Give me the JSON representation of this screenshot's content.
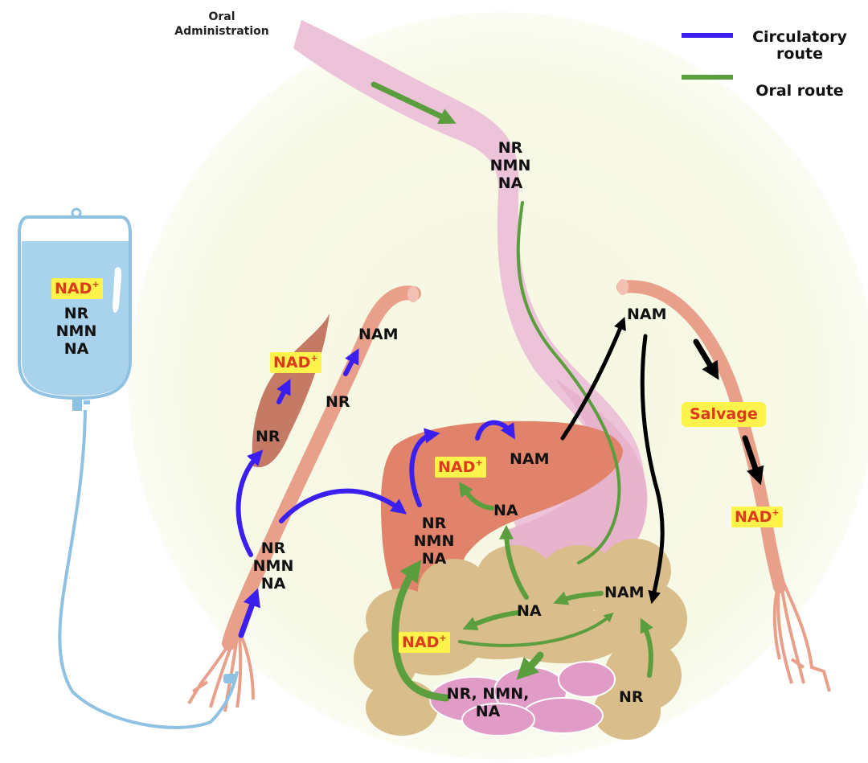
{
  "legend": {
    "items": [
      {
        "label": "Circulatory route",
        "line1": "Circulatory",
        "line2": "route",
        "color": "#3b1ff0"
      },
      {
        "label": "Oral route",
        "color": "#5a9e3e"
      }
    ]
  },
  "oral_admin": {
    "line1": "Oral",
    "line2": "Administration"
  },
  "colors": {
    "circulatory": "#3b1ff0",
    "oral": "#5a9e3e",
    "salvage_arrow": "#000000",
    "highlight_bg": "#fdf34a",
    "highlight_text": "#e03a1e",
    "iv_bag": "#a9d2ec",
    "gi_tract": "#ecc3d9",
    "liver": "#e0836a",
    "vessel": "#e8a08a",
    "intestine": "#d9bd8a",
    "background_circle": "#f7f9e6"
  },
  "iv_bag": {
    "nad": "NAD",
    "nad_sup": "+",
    "items": [
      "NR",
      "NMN",
      "NA"
    ]
  },
  "esophagus": {
    "items": [
      "NR",
      "NMN",
      "NA"
    ]
  },
  "arm_vessel": {
    "items": [
      "NR",
      "NMN",
      "NA"
    ]
  },
  "muscle": {
    "nr": "NR",
    "nad": "NAD",
    "nad_sup": "+"
  },
  "left_vessel": {
    "nr": "NR",
    "nam": "NAM"
  },
  "liver": {
    "nad": "NAD",
    "nad_sup": "+",
    "nam": "NAM",
    "na": "NA",
    "items": [
      "NR",
      "NMN",
      "NA"
    ]
  },
  "right_vessel": {
    "nam": "NAM",
    "salvage": "Salvage",
    "nad": "NAD",
    "nad_sup": "+"
  },
  "intestine": {
    "nad": "NAD",
    "nad_sup": "+",
    "na": "NA",
    "nam": "NAM",
    "nr": "NR",
    "mix_line1": "NR, NMN,",
    "mix_line2": "NA"
  }
}
